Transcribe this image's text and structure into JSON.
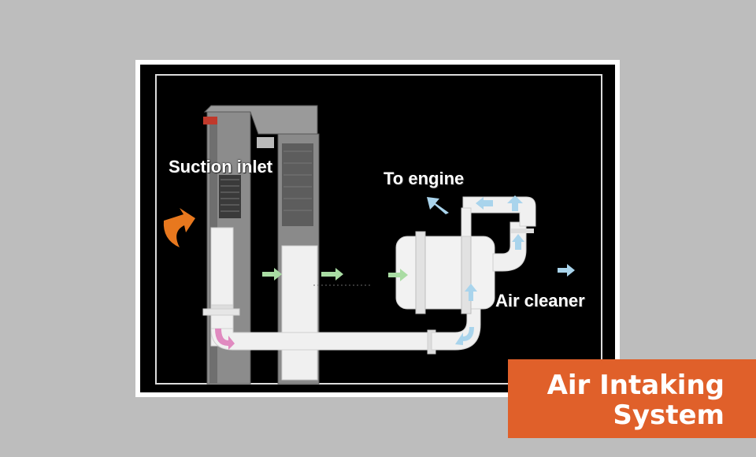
{
  "diagram": {
    "labels": {
      "suction_inlet": "Suction inlet",
      "to_engine": "To engine",
      "air_cleaner": "Air cleaner"
    },
    "colors": {
      "intake_arrow": "#e8781e",
      "duct_arrow": "#a9dca3",
      "turn_arrow": "#e08ac0",
      "flow_arrow": "#a9d4ec",
      "pipe": "#f0f0f0"
    }
  },
  "badge": {
    "line1": "Air Intaking",
    "line2": "System",
    "color": "#e0602a"
  }
}
